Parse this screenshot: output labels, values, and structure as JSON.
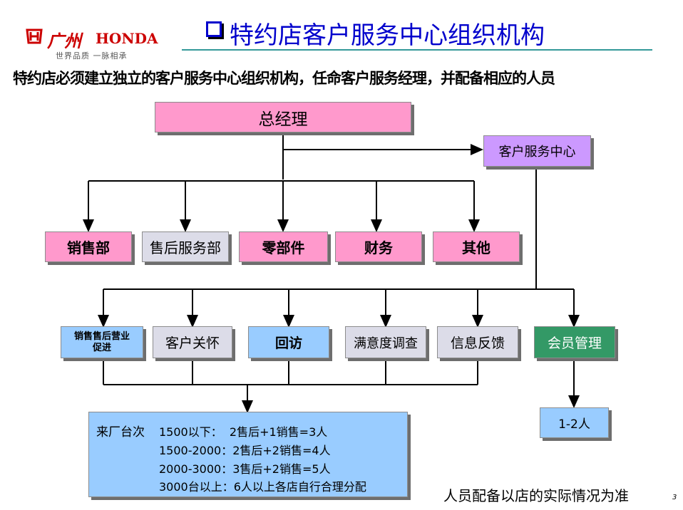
{
  "logo": {
    "brand_cn": "广州",
    "brand_en": "HONDA",
    "slogan": "世界品质 一脉相承"
  },
  "title": "特约店客户服务中心组织机构",
  "subtitle": "特约店必须建立独立的客户服务中心组织机构，任命客户服务经理，并配备相应的人员",
  "diagram": {
    "top": "总经理",
    "center": "客户服务中心",
    "departments": [
      "销售部",
      "售后服务部",
      "零部件",
      "财务",
      "其他"
    ],
    "functions": [
      "销售售后营业促进",
      "客户关怀",
      "回访",
      "满意度调查",
      "信息反馈",
      "会员管理"
    ],
    "staffing": {
      "label": "来厂台次",
      "rows": [
        "1500以下：  2售后+1销售=3人",
        "1500-2000：2售后+2销售=4人",
        "2000-3000：3售后+2销售=5人",
        "3000台以上：6人以上各店自行合理分配"
      ]
    },
    "member_count": "1-2人"
  },
  "footnote": "人员配备以店的实际情况为准",
  "page_number": "3",
  "colors": {
    "pink": "#ff99cc",
    "lavender": "#cc99ff",
    "light_gray": "#dcdce8",
    "light_blue": "#99ccff",
    "green": "#339966",
    "logo_red": "#cc0000",
    "title_blue": "#0000cc",
    "rule_teal": "#339999"
  }
}
